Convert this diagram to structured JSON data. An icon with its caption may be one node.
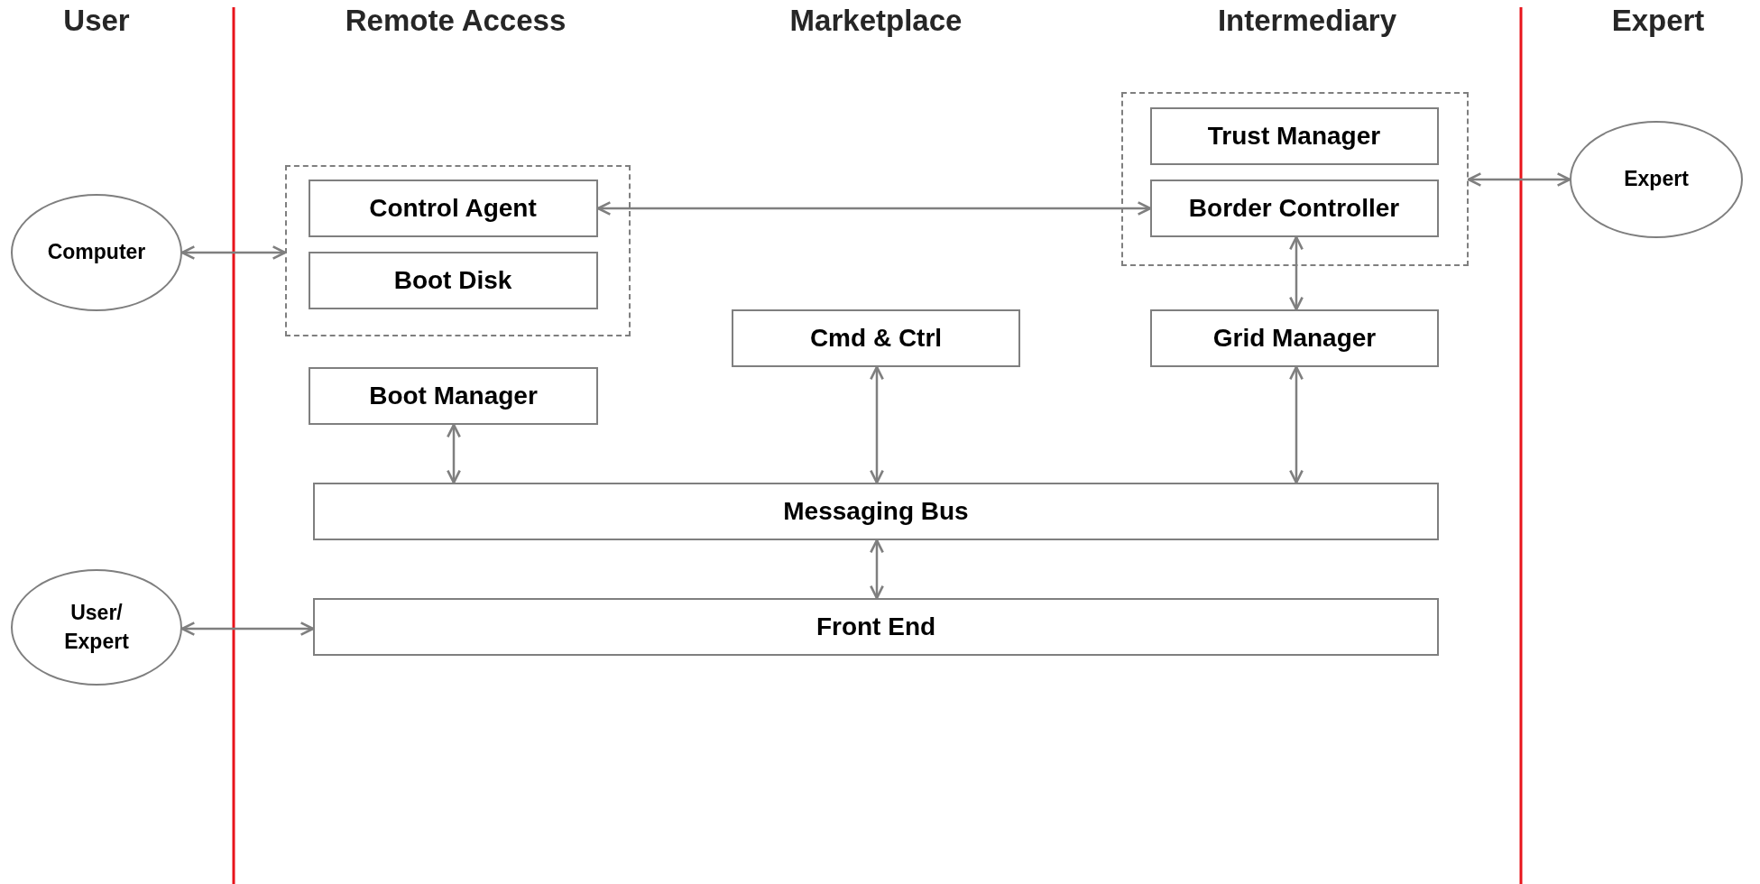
{
  "diagram": {
    "nodes": [
      {
        "text": [
          "Computer"
        ]
      },
      {
        "text": [],
        "shape": "box"
      },
      {
        "text": [
          "Control Agent"
        ],
        "in": 1
      },
      {
        "text": [
          "Boot Disk"
        ],
        "in": 1
      },
      {
        "text": [],
        "shape": "box"
      },
      {
        "text": [
          "Trust Manager"
        ],
        "in": 4
      },
      {
        "text": [
          "Border Controller"
        ],
        "in": 4
      },
      {
        "text": [
          "Expert"
        ]
      },
      {
        "text": [
          "Cmd & Ctrl"
        ]
      },
      {
        "text": [
          "Grid Manager"
        ]
      },
      {
        "text": [
          "Boot Manager"
        ]
      },
      {
        "text": [
          "Messaging Bus"
        ]
      },
      {
        "text": [
          "User/ Expert"
        ]
      },
      {
        "text": [
          "Front End"
        ]
      }
    ],
    "edges": [
      {
        "from": 0,
        "to": 1,
        "arrow": "both"
      },
      {
        "from": 2,
        "to": 6,
        "arrow": "both"
      },
      {
        "from": 4,
        "to": 7,
        "arrow": "both"
      },
      {
        "from": 6,
        "to": 9,
        "arrow": "both"
      },
      {
        "from": 10,
        "to": 11,
        "arrow": "both"
      },
      {
        "from": 8,
        "to": 11,
        "arrow": "both"
      },
      {
        "from": 9,
        "to": 11,
        "arrow": "both"
      },
      {
        "from": 11,
        "to": 13,
        "arrow": "both"
      },
      {
        "from": 12,
        "to": 13,
        "arrow": "both"
      }
    ],
    "labels": [
      "User",
      "Remote Access",
      "Marketplace",
      "Intermediary",
      "Expert"
    ]
  }
}
